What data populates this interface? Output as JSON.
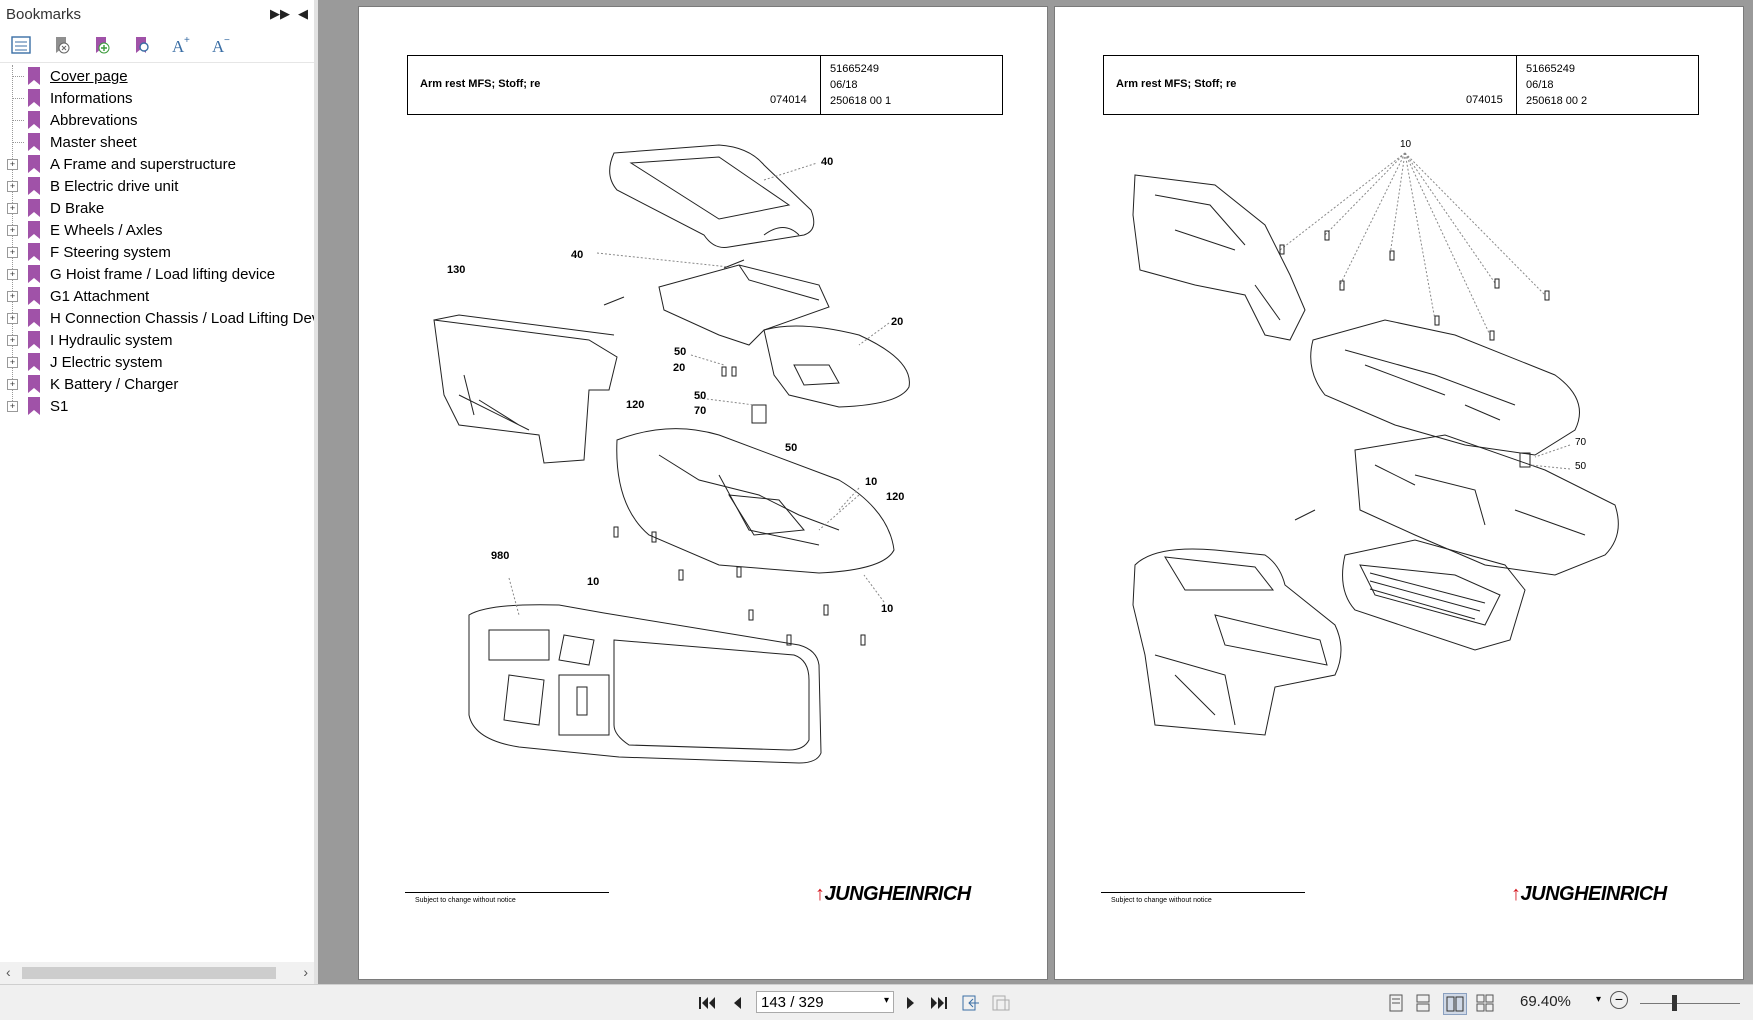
{
  "sidebar": {
    "title": "Bookmarks",
    "items": [
      {
        "label": "Cover page",
        "expandable": false
      },
      {
        "label": "Informations",
        "expandable": false
      },
      {
        "label": "Abbrevations",
        "expandable": false
      },
      {
        "label": "Master sheet",
        "expandable": false
      },
      {
        "label": "A Frame and superstructure",
        "expandable": true
      },
      {
        "label": "B Electric drive unit",
        "expandable": true
      },
      {
        "label": "D Brake",
        "expandable": true
      },
      {
        "label": "E Wheels / Axles",
        "expandable": true
      },
      {
        "label": "F Steering system",
        "expandable": true
      },
      {
        "label": "G Hoist frame / Load lifting device",
        "expandable": true
      },
      {
        "label": "G1 Attachment",
        "expandable": true
      },
      {
        "label": "H Connection Chassis / Load Lifting Devi",
        "expandable": true
      },
      {
        "label": "I Hydraulic system",
        "expandable": true
      },
      {
        "label": "J Electric system",
        "expandable": true
      },
      {
        "label": "K Battery / Charger",
        "expandable": true
      },
      {
        "label": "S1",
        "expandable": true
      }
    ]
  },
  "pages": [
    {
      "title": "Arm rest MFS; Stoff; re",
      "number": "074014",
      "part_no": "51665249",
      "date": "06/18",
      "code": "250618 00 1",
      "footnote": "Subject to change without notice",
      "logo": "JUNGHEINRICH",
      "callouts": [
        "40",
        "40",
        "130",
        "20",
        "50",
        "20",
        "50",
        "70",
        "120",
        "50",
        "10",
        "120",
        "980",
        "10",
        "10"
      ]
    },
    {
      "title": "Arm rest MFS; Stoff; re",
      "number": "074015",
      "part_no": "51665249",
      "date": "06/18",
      "code": "250618 00 2",
      "footnote": "Subject to change without notice",
      "logo": "JUNGHEINRICH",
      "callouts": [
        "10",
        "70",
        "50"
      ]
    }
  ],
  "status": {
    "page_indicator": "143 / 329",
    "zoom": "69.40%"
  },
  "colors": {
    "bookmark": "#a052a8",
    "viewer_bg": "#9a9a9a",
    "logo_red": "#d4121a"
  }
}
